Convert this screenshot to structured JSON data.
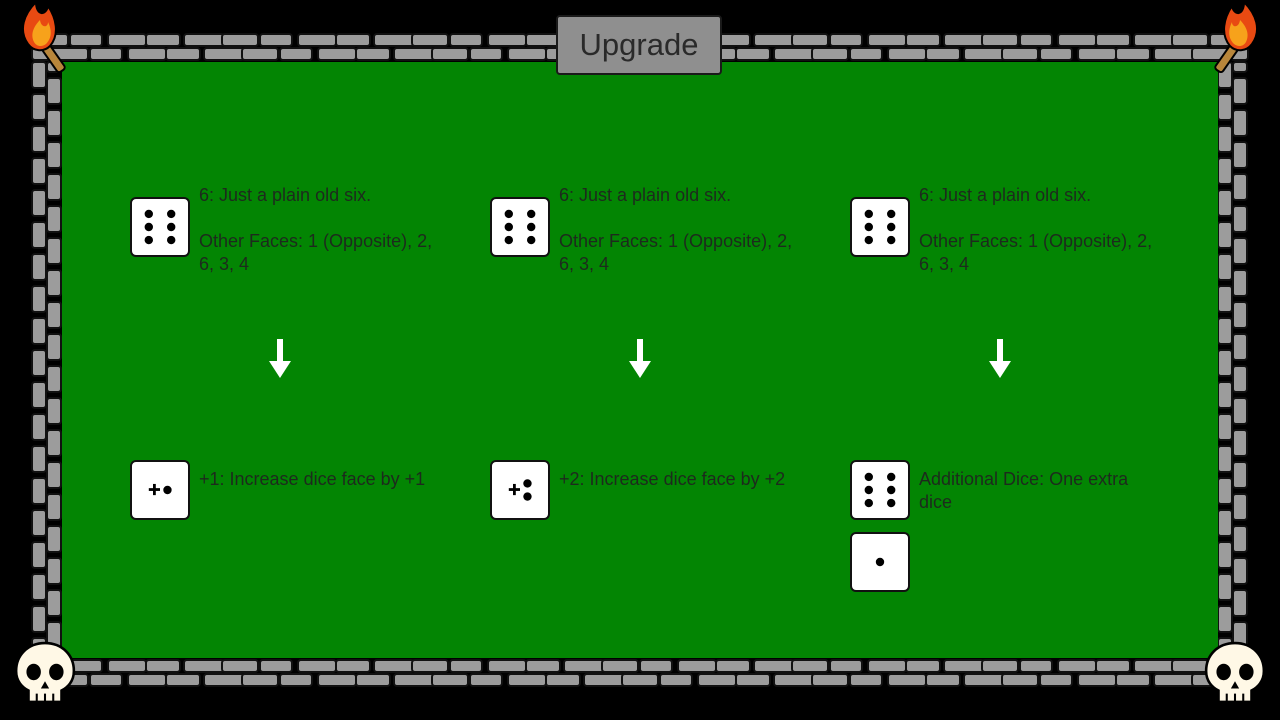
{
  "header": {
    "title": "Upgrade"
  },
  "colors": {
    "felt": "#038503",
    "button": "#8f8f8f",
    "stone": "#9c9c9c",
    "text": "#1d2a1d"
  },
  "options": [
    {
      "current": {
        "face_label": "6: Just a plain old six.",
        "other_faces": "Other Faces: 1 (Opposite), 2, 6, 3, 4"
      },
      "upgrade": {
        "description": "+1: Increase dice face by +1"
      }
    },
    {
      "current": {
        "face_label": "6: Just a plain old six.",
        "other_faces": "Other Faces: 1 (Opposite), 2, 6, 3, 4"
      },
      "upgrade": {
        "description": "+2: Increase dice face by +2"
      }
    },
    {
      "current": {
        "face_label": "6: Just a plain old six.",
        "other_faces": "Other Faces: 1 (Opposite), 2, 6, 3, 4"
      },
      "upgrade": {
        "description": "Additional Dice: One extra dice"
      }
    }
  ],
  "icons": [
    "torch-icon",
    "skull-icon",
    "down-arrow-icon",
    "six-pip-die-icon",
    "plus-one-die-icon",
    "plus-two-die-icon",
    "one-pip-die-icon"
  ]
}
